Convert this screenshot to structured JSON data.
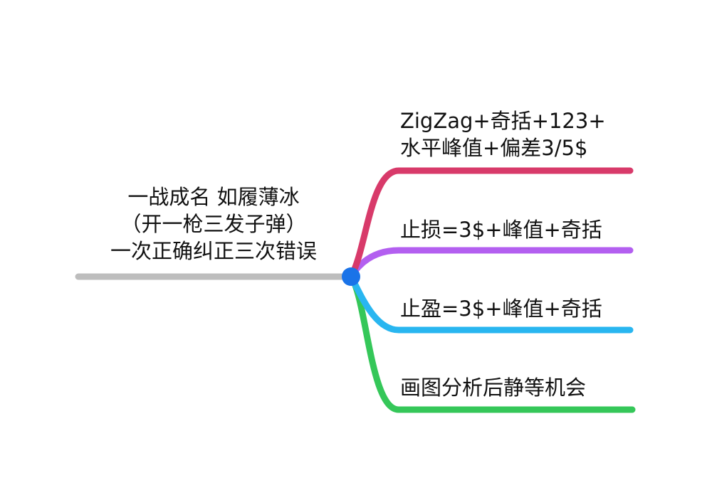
{
  "root": {
    "lines": [
      "一战成名 如履薄冰",
      "（开一枪三发子弹）",
      "一次正确纠正三次错误"
    ],
    "color": "#bdbdbd"
  },
  "node": {
    "color": "#1a73e8"
  },
  "branches": [
    {
      "lines": [
        "ZigZag+奇括+123+",
        "水平峰值+偏差3/5$"
      ],
      "color": "#d83a6a"
    },
    {
      "lines": [
        "止损=3$+峰值+奇括"
      ],
      "color": "#b35ff0"
    },
    {
      "lines": [
        "止盈=3$+峰值+奇括"
      ],
      "color": "#29b6f0"
    },
    {
      "lines": [
        "画图分析后静等机会"
      ],
      "color": "#35c759"
    }
  ]
}
